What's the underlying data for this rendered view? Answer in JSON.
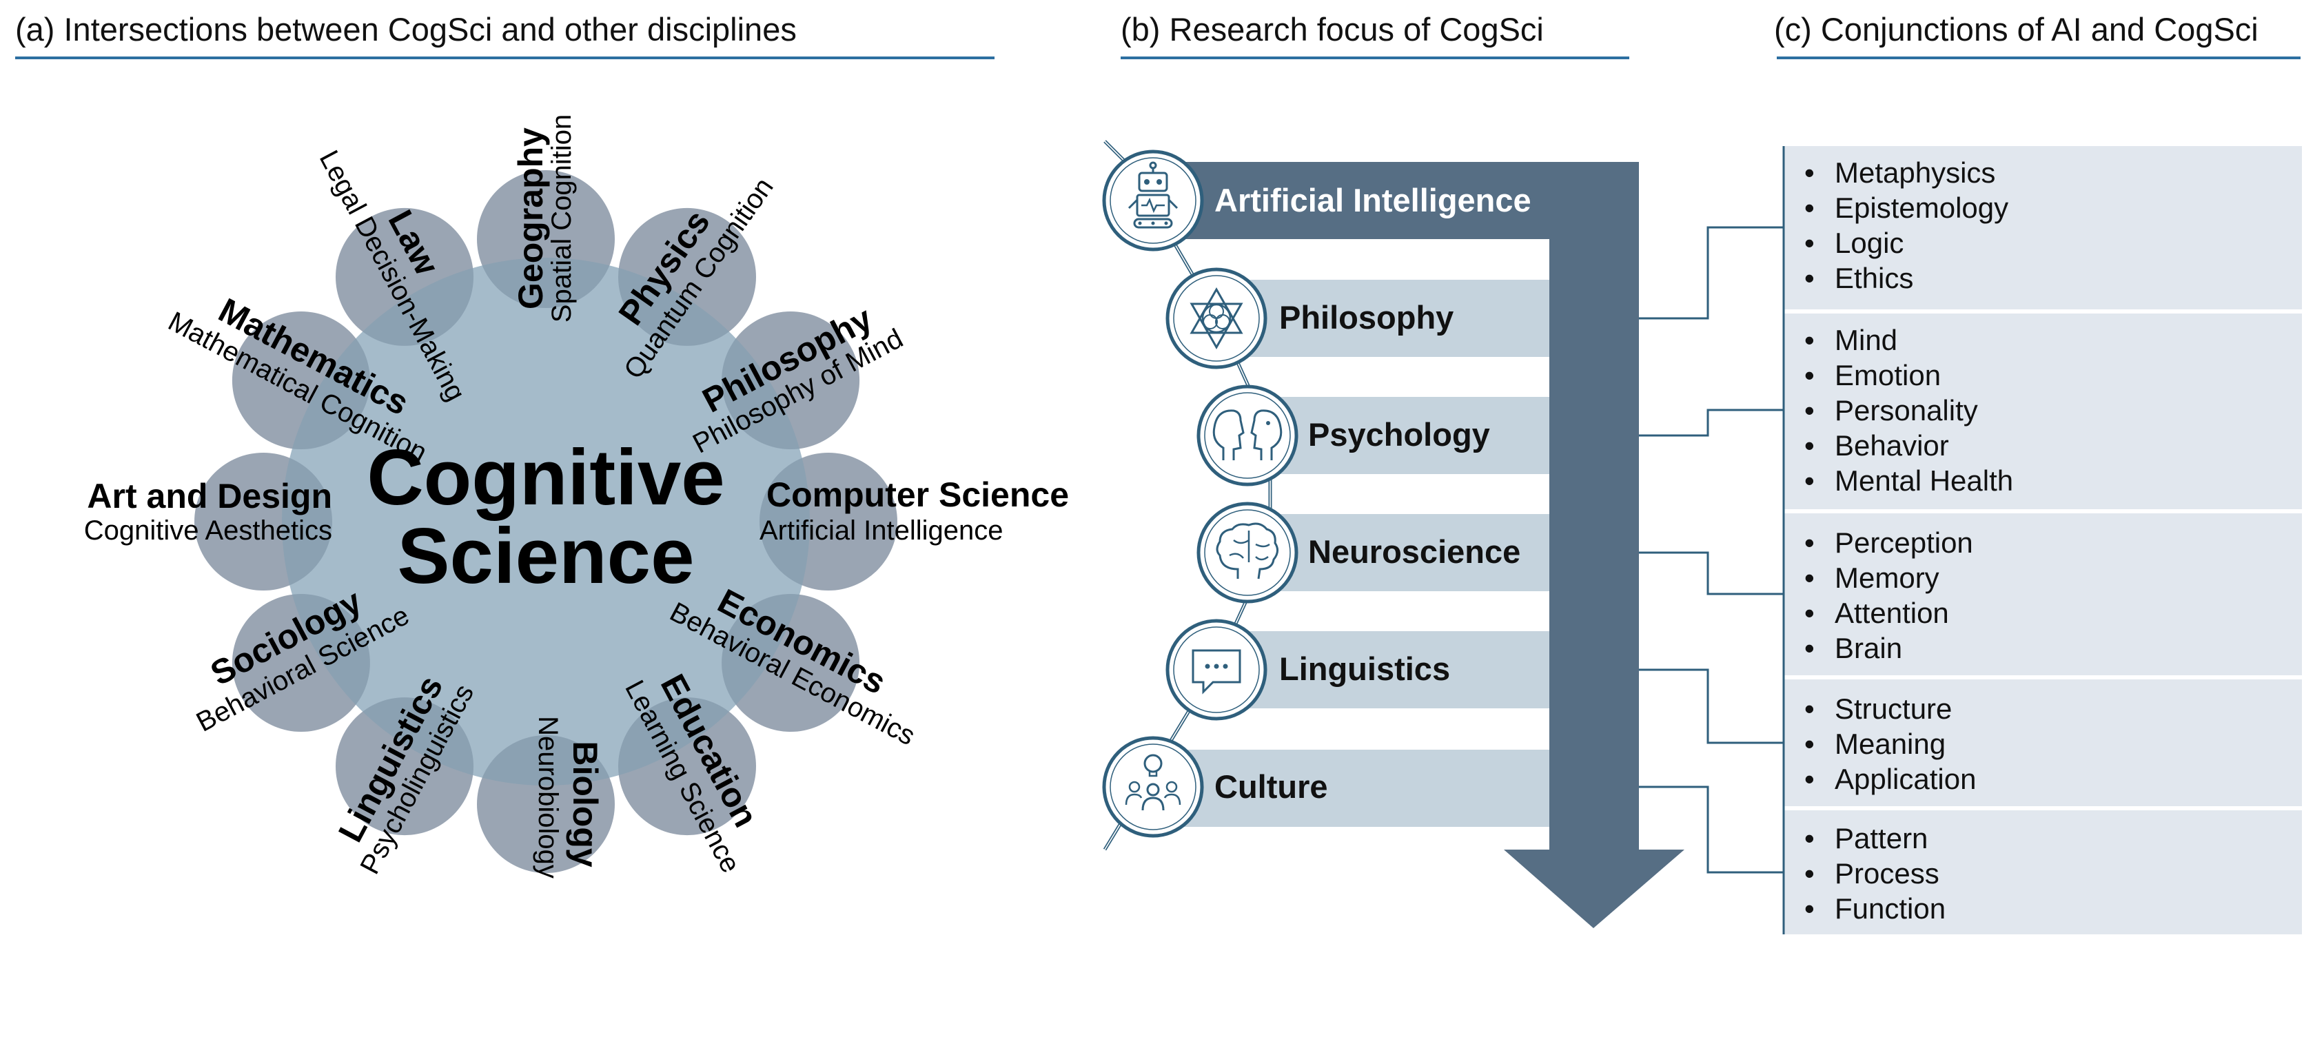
{
  "panel_a": {
    "title": "(a) Intersections between CogSci and other disciplines",
    "center": {
      "line1": "Cognitive",
      "line2": "Science"
    },
    "satellites": [
      {
        "discipline": "Geography",
        "subfield": "Spatial Cognition"
      },
      {
        "discipline": "Physics",
        "subfield": "Quantum Cognition"
      },
      {
        "discipline": "Philosophy",
        "subfield": "Philosophy of Mind"
      },
      {
        "discipline": "Computer Science",
        "subfield": "Artificial Intelligence"
      },
      {
        "discipline": "Economics",
        "subfield": "Behavioral Economics"
      },
      {
        "discipline": "Education",
        "subfield": "Learning Science"
      },
      {
        "discipline": "Biology",
        "subfield": "Neurobiology"
      },
      {
        "discipline": "Linguistics",
        "subfield": "Psycholinguistics"
      },
      {
        "discipline": "Sociology",
        "subfield": "Behavioral Science"
      },
      {
        "discipline": "Art and Design",
        "subfield": "Cognitive Aesthetics"
      },
      {
        "discipline": "Mathematics",
        "subfield": "Mathematical Cognition"
      },
      {
        "discipline": "Law",
        "subfield": "Legal Decision-Making"
      }
    ]
  },
  "panel_b": {
    "title": "(b) Research focus of CogSci",
    "items": [
      {
        "label": "Artificial Intelligence",
        "icon": "robot-icon"
      },
      {
        "label": "Philosophy",
        "icon": "hexagram-icon"
      },
      {
        "label": "Psychology",
        "icon": "faces-icon"
      },
      {
        "label": "Neuroscience",
        "icon": "brain-icon"
      },
      {
        "label": "Linguistics",
        "icon": "speech-bubble-icon"
      },
      {
        "label": "Culture",
        "icon": "people-idea-icon"
      }
    ]
  },
  "panel_c": {
    "title": "(c) Conjunctions of AI and CogSci",
    "boxes": [
      {
        "items": [
          "Metaphysics",
          "Epistemology",
          "Logic",
          "Ethics"
        ]
      },
      {
        "items": [
          "Mind",
          "Emotion",
          "Personality",
          "Behavior",
          "Mental Health"
        ]
      },
      {
        "items": [
          "Perception",
          "Memory",
          "Attention",
          "Brain"
        ]
      },
      {
        "items": [
          "Structure",
          "Meaning",
          "Application"
        ]
      },
      {
        "items": [
          "Pattern",
          "Process",
          "Function"
        ]
      }
    ]
  },
  "colors": {
    "dark_blue": "#566e84",
    "circle_fill": "#5c6e84",
    "center_fill": "#9db5c6",
    "light_bar": "#c5d3dd",
    "box_fill": "#e1e7ee",
    "rule_blue": "#2d6fa1"
  }
}
